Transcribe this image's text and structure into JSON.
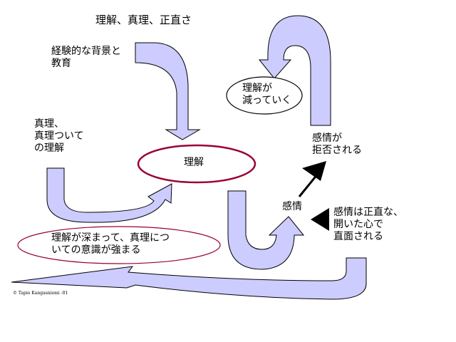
{
  "title": "理解、真理、正直さ",
  "labels": {
    "background": "経験的な背景と\n教育",
    "truth": "真理、\n真理ついて\nの理解",
    "understanding": "理解",
    "deepening": "理解が深まって、真理につ\nいての意識が強まる",
    "decreasing": "理解が\n減っていく",
    "rejected": "感情が\n拒否される",
    "feeling": "感情",
    "faced": "感情は正直な、\n開いた心で\n直面される"
  },
  "copyright": "© Tapio Kangasniemi -01",
  "colors": {
    "arrow_fill": "#ccccff",
    "arrow_stroke": "#000000",
    "ellipse_accent": "#990033"
  }
}
